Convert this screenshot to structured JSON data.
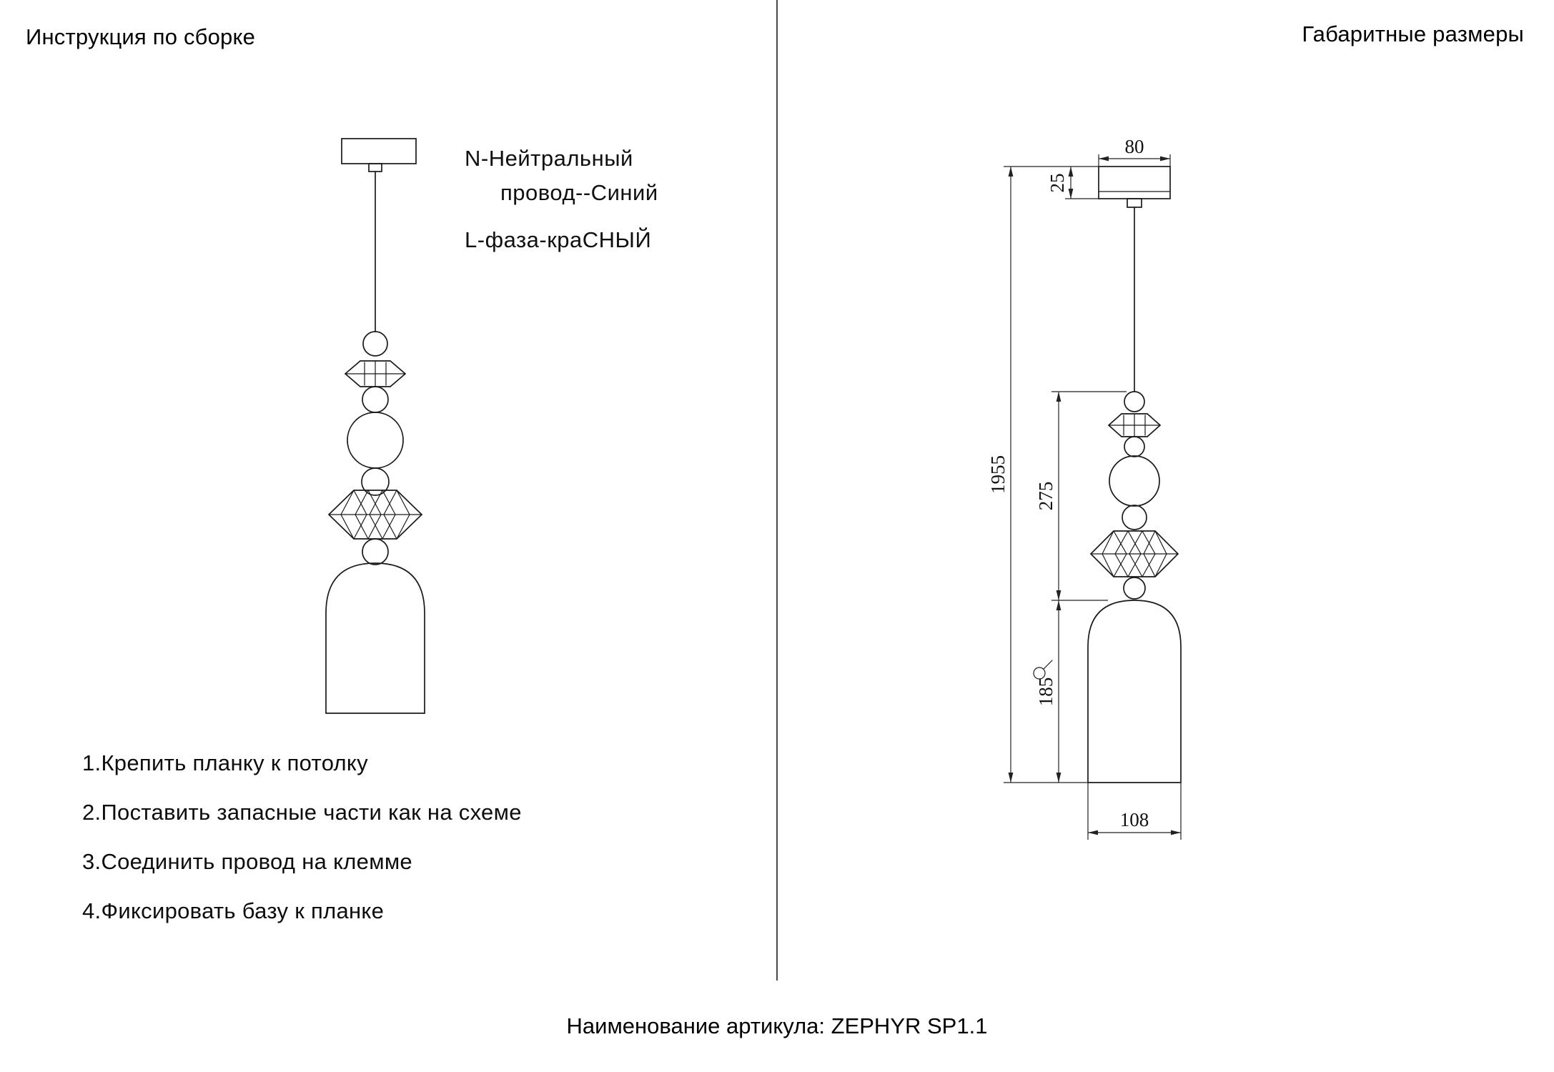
{
  "left_panel": {
    "title": "Инструкция по сборке",
    "wiring": {
      "neutral_line1": "N-Нейтральный",
      "neutral_line2": "провод--Синий",
      "phase_line": "L-фаза-краСНЫЙ"
    },
    "steps": [
      "1.Крепить планку к потолку",
      "2.Поставить запасные части как на схеме",
      "3.Соединить провод на клемме",
      "4.Фиксировать базу к планке"
    ]
  },
  "right_panel": {
    "title": "Габаритные размеры",
    "dimensions": {
      "canopy_width": "80",
      "canopy_height": "25",
      "overall_height": "1955",
      "decor_height": "275",
      "shade_height": "185",
      "shade_diameter": "108"
    }
  },
  "footer": {
    "article_label": "Наименование артикула: ZEPHYR SP1.1"
  }
}
